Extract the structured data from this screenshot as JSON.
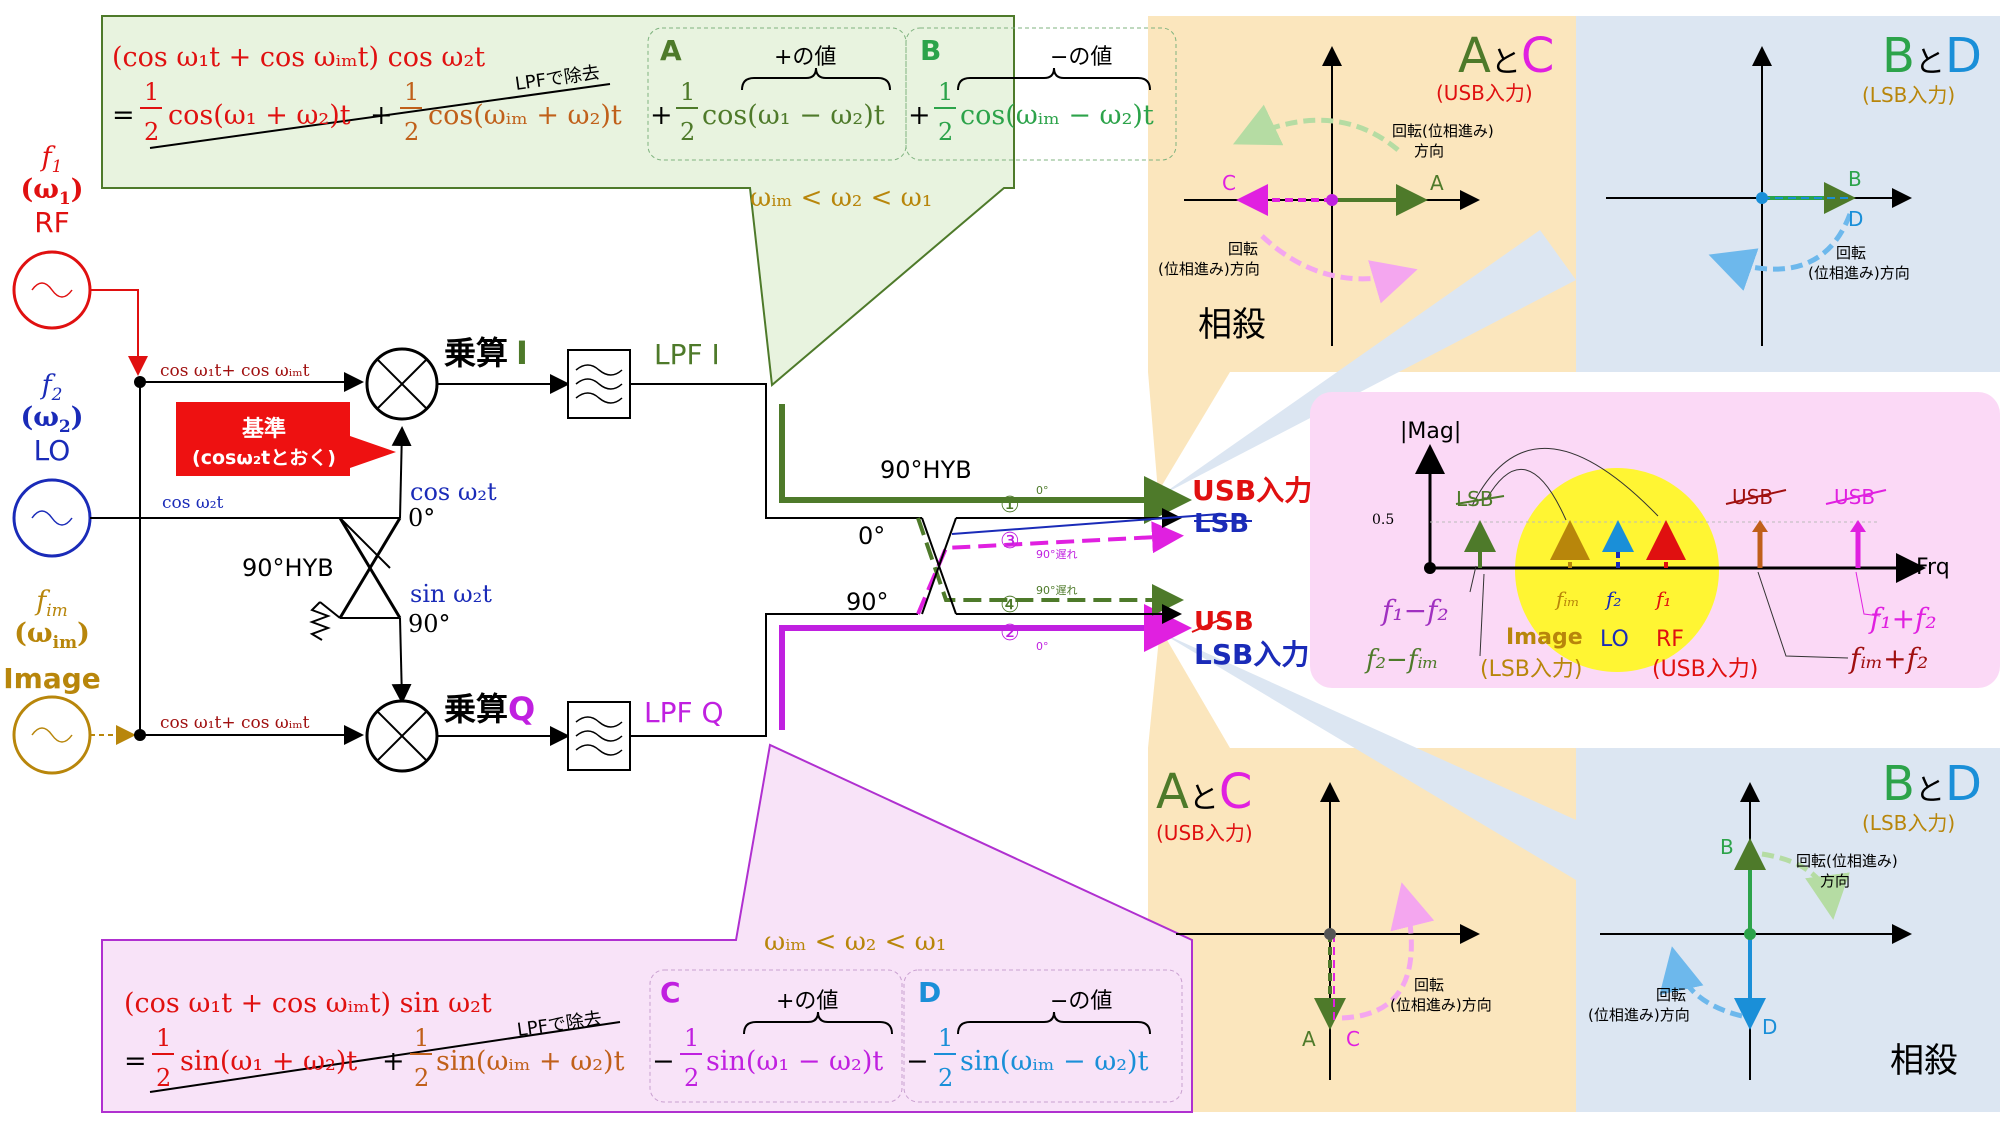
{
  "colors": {
    "rf": "#e01010",
    "lo": "#1a2bb8",
    "image": "#b8860b",
    "i_path": "#4e7a2a",
    "q_path": "#c020e0",
    "lsb_blue": "#1a8fd8",
    "green_box": "#e8f3df",
    "pink_box": "#f8e3f8",
    "tan_panel": "#fbe6bd",
    "blue_panel": "#dce6f2",
    "spectrum_panel": "#fbd9f6",
    "yellow_spot": "#fff533"
  },
  "sources": {
    "rf": {
      "symbol": "f",
      "sub": "1",
      "omega": "(ω",
      "omega_sub": "1",
      "close": ")",
      "label": "RF"
    },
    "lo": {
      "symbol": "f",
      "sub": "2",
      "omega": "(ω",
      "omega_sub": "2",
      "close": ")",
      "label": "LO"
    },
    "image": {
      "symbol": "f",
      "sub": "im",
      "omega": "(ω",
      "omega_sub": "im",
      "close": ")",
      "label": "Image"
    }
  },
  "signals": {
    "rf_in": "cos ω₁t+ cos ωᵢₘt",
    "image_in": "cos ω₁t+ cos ωᵢₘt",
    "lo_in": "cos ω₂t",
    "hyb_out_cos": "cos ω₂t",
    "hyb_out_sin": "sin ω₂t",
    "deg0": "0°",
    "deg90": "90°"
  },
  "blocks": {
    "hyb_left": "90°HYB",
    "hyb_right": "90°HYB",
    "mult_i": "乗算",
    "mult_i_suffix": "I",
    "mult_q": "乗算",
    "mult_q_suffix": "Q",
    "lpf_i": "LPF I",
    "lpf_q": "LPF Q",
    "ref_title": "基準",
    "ref_sub": "(cosω₂tとおく)",
    "port0": "0°",
    "port90": "90°"
  },
  "paths": {
    "p1": "①",
    "p2": "②",
    "p3": "③",
    "p4": "④",
    "p1_deg": "0°",
    "p2_deg": "0°",
    "p3_deg": "90°遅れ",
    "p4_deg": "90°遅れ",
    "usb_in_top": "USB入力",
    "lsb_top": "LSB",
    "usb_bottom": "USB",
    "lsb_in_bottom": "LSB入力"
  },
  "eq_top": {
    "line1": "(cos ω₁t + cos ωᵢₘt) cos ω₂t",
    "eq": "=",
    "half": "1",
    "two": "2",
    "t1": "cos(ω₁ + ω₂)t",
    "t2": "cos(ωᵢₘ + ω₂)t",
    "lpf_note": "LPFで除去",
    "plus": "+",
    "t3": "cos(ω₁ − ω₂)t",
    "t4": "cos(ωᵢₘ − ω₂)t",
    "tag_a": "A",
    "tag_b": "B",
    "pos_val": "+の値",
    "neg_val": "−の値",
    "cond": "ωᵢₘ < ω₂ < ω₁"
  },
  "eq_bottom": {
    "cond": "ωᵢₘ < ω₂ < ω₁",
    "line1": "(cos ω₁t + cos ωᵢₘt) sin ω₂t",
    "eq": "=",
    "half": "1",
    "two": "2",
    "t1": "sin(ω₁ + ω₂)t",
    "t2": "sin(ωᵢₘ + ω₂)t",
    "lpf_note": "LPFで除去",
    "minus": "−",
    "t3": "sin(ω₁ − ω₂)t",
    "t4": "sin(ωᵢₘ − ω₂)t",
    "tag_c": "C",
    "tag_d": "D",
    "pos_val": "+の値",
    "neg_val": "−の値"
  },
  "phasors": {
    "ac_top": {
      "title_a": "A",
      "title_to": "と",
      "title_c": "C",
      "sub": "(USB入力)",
      "rot": "回転(位相進み)",
      "rot2": "方向",
      "rot3": "回転",
      "rot4": "(位相進み)方向",
      "label_a": "A",
      "label_c": "C",
      "cancel": "相殺"
    },
    "bd_top": {
      "title_b": "B",
      "title_to": "と",
      "title_d": "D",
      "sub": "(LSB入力)",
      "rot": "回転",
      "rot2": "(位相進み)方向",
      "label_b": "B",
      "label_d": "D"
    },
    "ac_bottom": {
      "title_a": "A",
      "title_to": "と",
      "title_c": "C",
      "sub": "(USB入力)",
      "rot": "回転",
      "rot2": "(位相進み)方向",
      "label_a": "A",
      "label_c": "C"
    },
    "bd_bottom": {
      "title_b": "B",
      "title_to": "と",
      "title_d": "D",
      "sub": "(LSB入力)",
      "rot": "回転(位相進み)",
      "rot2": "方向",
      "rot3": "回転",
      "rot4": "(位相進み)方向",
      "label_b": "B",
      "label_d": "D",
      "cancel": "相殺"
    }
  },
  "spectrum": {
    "ylabel": "|Mag|",
    "xlabel": "Frq",
    "level": "0.5",
    "lsb": "LSB",
    "usb1": "USB",
    "usb2": "USB",
    "f1mf2": "f₁−f₂",
    "f2mfim": "f₂−fᵢₘ",
    "fim": "fᵢₘ",
    "f2": "f₂",
    "f1": "f₁",
    "lo": "LO",
    "rf": "RF",
    "image": "Image",
    "lsb_in": "(LSB入力)",
    "usb_in": "(USB入力)",
    "f1pf2": "f₁+f₂",
    "fimpf2": "fᵢₘ+f₂"
  }
}
